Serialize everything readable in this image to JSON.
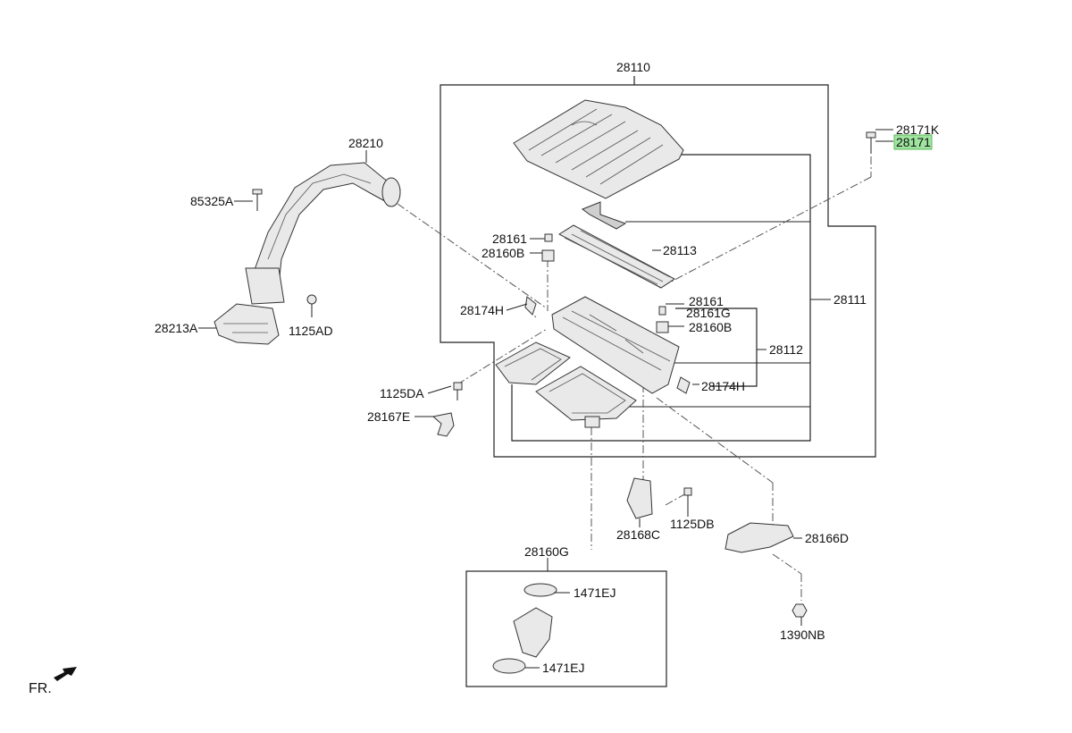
{
  "parts": {
    "p28110": "28110",
    "p28210": "28210",
    "p85325A": "85325A",
    "p28171K": "28171K",
    "p28171": "28171",
    "p28161_left": "28161",
    "p28160B_left": "28160B",
    "p28113": "28113",
    "p28111": "28111",
    "p28213A": "28213A",
    "p1125AD": "1125AD",
    "p28174H_left": "28174H",
    "p28161_right": "28161",
    "p28161G": "28161G",
    "p28160B_right": "28160B",
    "p28112": "28112",
    "p1125DA": "1125DA",
    "p28174H_right": "28174H",
    "p28167E": "28167E",
    "p28168C": "28168C",
    "p1125DB": "1125DB",
    "p28166D": "28166D",
    "p28160G": "28160G",
    "p1471EJ_top": "1471EJ",
    "p1471EJ_bottom": "1471EJ",
    "p1390NB": "1390NB"
  },
  "direction_label": "FR.",
  "highlight": {
    "part": "28171",
    "color": "#9fe59f",
    "border": "#5cb85c"
  },
  "colors": {
    "line": "#222222",
    "part_fill": "#e9e9e9",
    "background": "#ffffff"
  }
}
